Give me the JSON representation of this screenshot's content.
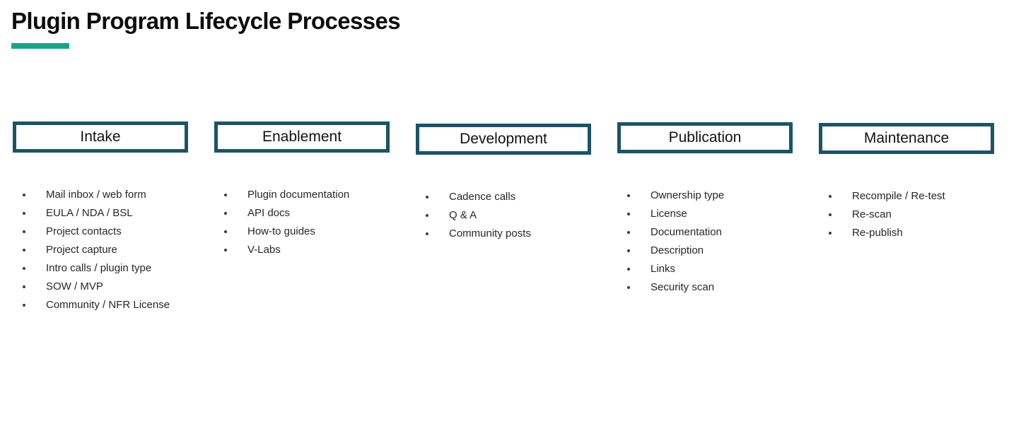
{
  "title": {
    "text": "Plugin Program Lifecycle Processes",
    "accent_color": "#17a58a"
  },
  "theme": {
    "box_border_color": "#1a5468",
    "box_fill_color": "#ffffff",
    "text_color": "#262626",
    "background": "#ffffff"
  },
  "columns": [
    {
      "heading": "Intake",
      "items": [
        "Mail inbox / web form",
        "EULA / NDA / BSL",
        "Project contacts",
        "Project capture",
        "Intro calls / plugin type",
        "SOW / MVP",
        "Community / NFR License"
      ]
    },
    {
      "heading": "Enablement",
      "items": [
        "Plugin documentation",
        "API docs",
        "How-to guides",
        "V-Labs"
      ]
    },
    {
      "heading": "Development",
      "items": [
        "Cadence calls",
        "Q & A",
        "Community posts"
      ]
    },
    {
      "heading": "Publication",
      "items": [
        "Ownership type",
        "License",
        "Documentation",
        "Description",
        "Links",
        "Security scan"
      ]
    },
    {
      "heading": "Maintenance",
      "items": [
        "Recompile / Re-test",
        "Re-scan",
        "Re-publish"
      ]
    }
  ]
}
